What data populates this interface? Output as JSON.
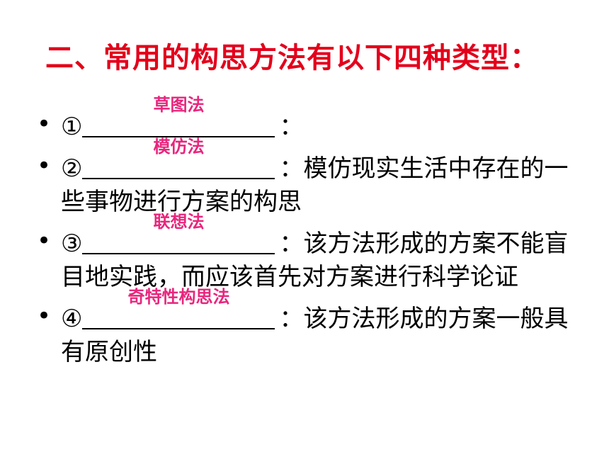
{
  "title": "二、常用的构思方法有以下四种类型：",
  "colors": {
    "title": "#e3001b",
    "answer": "#e8267d",
    "text": "#000000"
  },
  "bullet_symbol": "•",
  "items": [
    {
      "marker": "①",
      "answer": "草图法",
      "colon": "：",
      "description": ""
    },
    {
      "marker": "②",
      "answer": "模仿法",
      "colon": "：",
      "description": "模仿现实生活中存在的一些事物进行方案的构思"
    },
    {
      "marker": "③",
      "answer": "联想法",
      "colon": "：",
      "description": "该方法形成的方案不能盲目地实践，而应该首先对方案进行科学论证"
    },
    {
      "marker": "④",
      "answer": "奇特性构思法",
      "colon": "：",
      "description": "该方法形成的方案一般具有原创性"
    }
  ]
}
